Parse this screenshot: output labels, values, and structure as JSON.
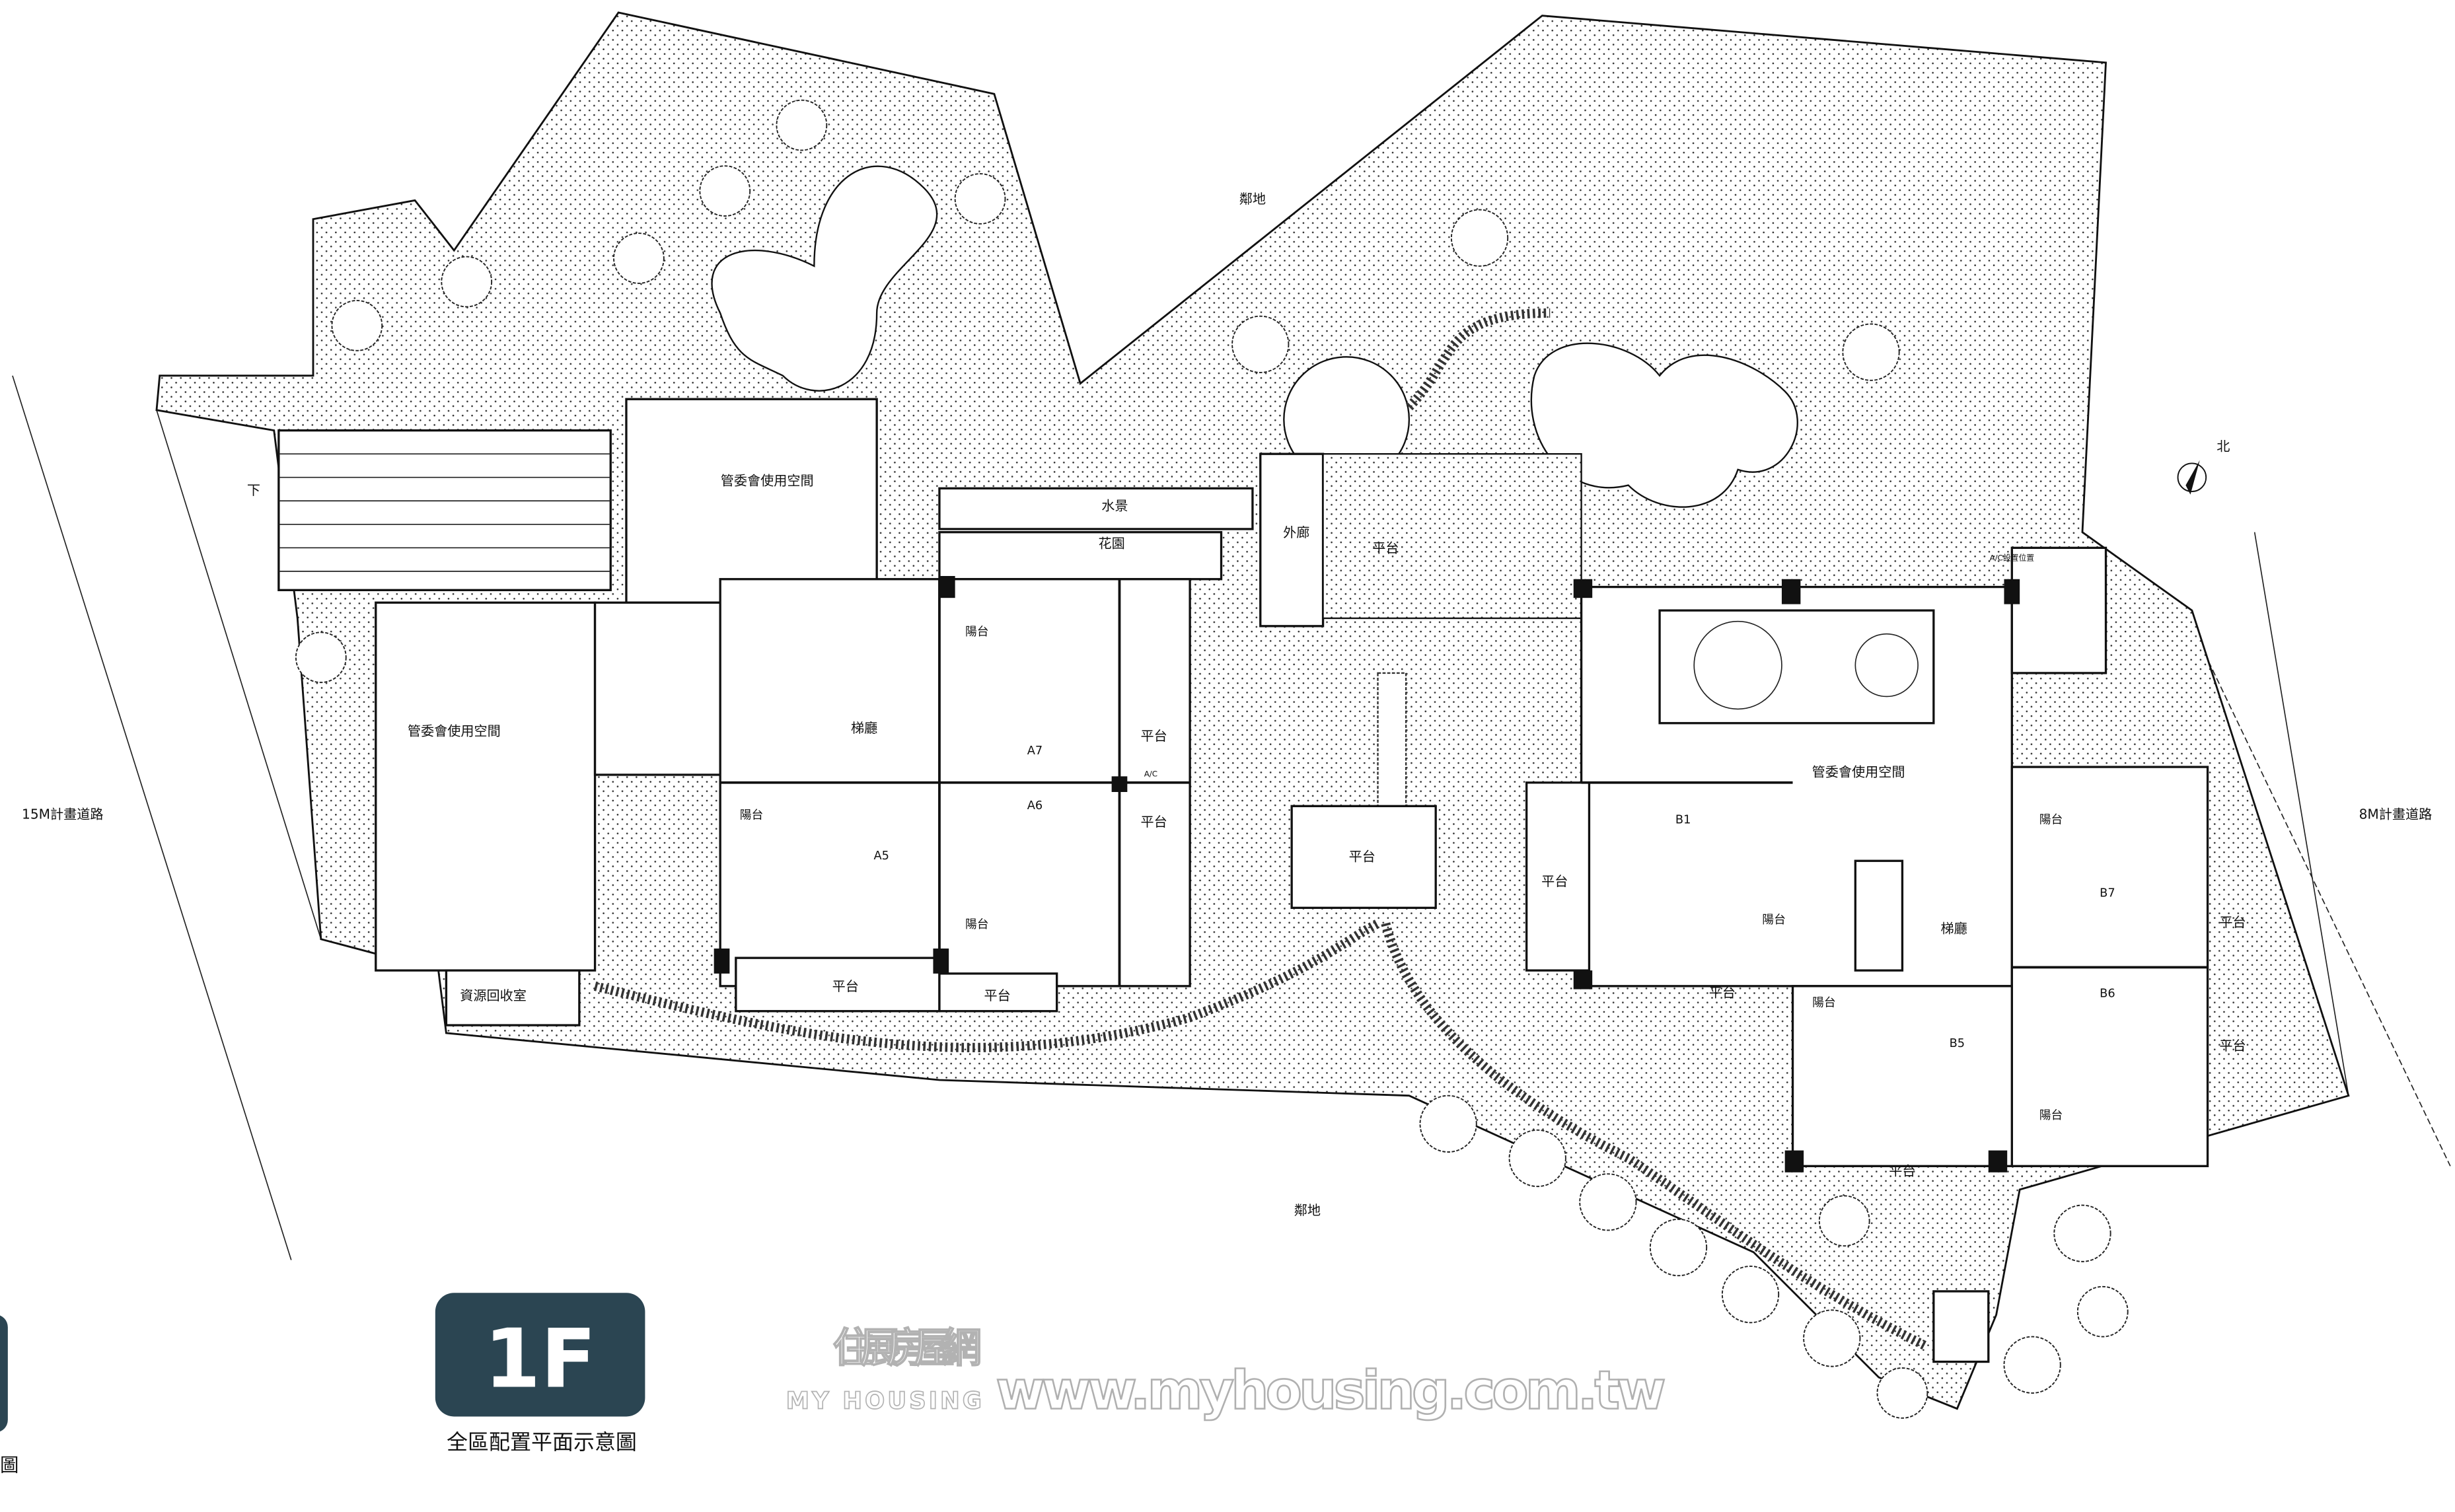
{
  "plan": {
    "title": "全區配置平面示意圖",
    "floor_badge": "1F",
    "north_label": "北",
    "neighbor_top": "鄰地",
    "neighbor_bottom": "鄰地",
    "road_left": "15M計畫道路",
    "road_right": "8M計畫道路",
    "stair_down": "下",
    "ac_location": "A/C設置位置",
    "ac": "A/C",
    "rooms": {
      "committee_top": "管委會使用空間",
      "committee_left": "管委會使用空間",
      "committee_right": "管委會使用空間",
      "water_feature": "水景",
      "garden": "花園",
      "corridor": "外廊",
      "recycling": "資源回收室",
      "lobby_a": "梯廳",
      "lobby_b": "梯廳",
      "balcony": "陽台",
      "terrace": "平台"
    },
    "units": [
      "A7",
      "A6",
      "A5",
      "B1",
      "B7",
      "B6",
      "B5"
    ]
  },
  "watermark": {
    "brand_cn": "住展房屋網",
    "brand_en": "MY HOUSING",
    "url": "www.myhousing.com.tw"
  },
  "left_edge_fragment": "圖",
  "colors": {
    "badge": "#2b4552",
    "ink": "#111111",
    "watermark": "#cfcfcf"
  }
}
